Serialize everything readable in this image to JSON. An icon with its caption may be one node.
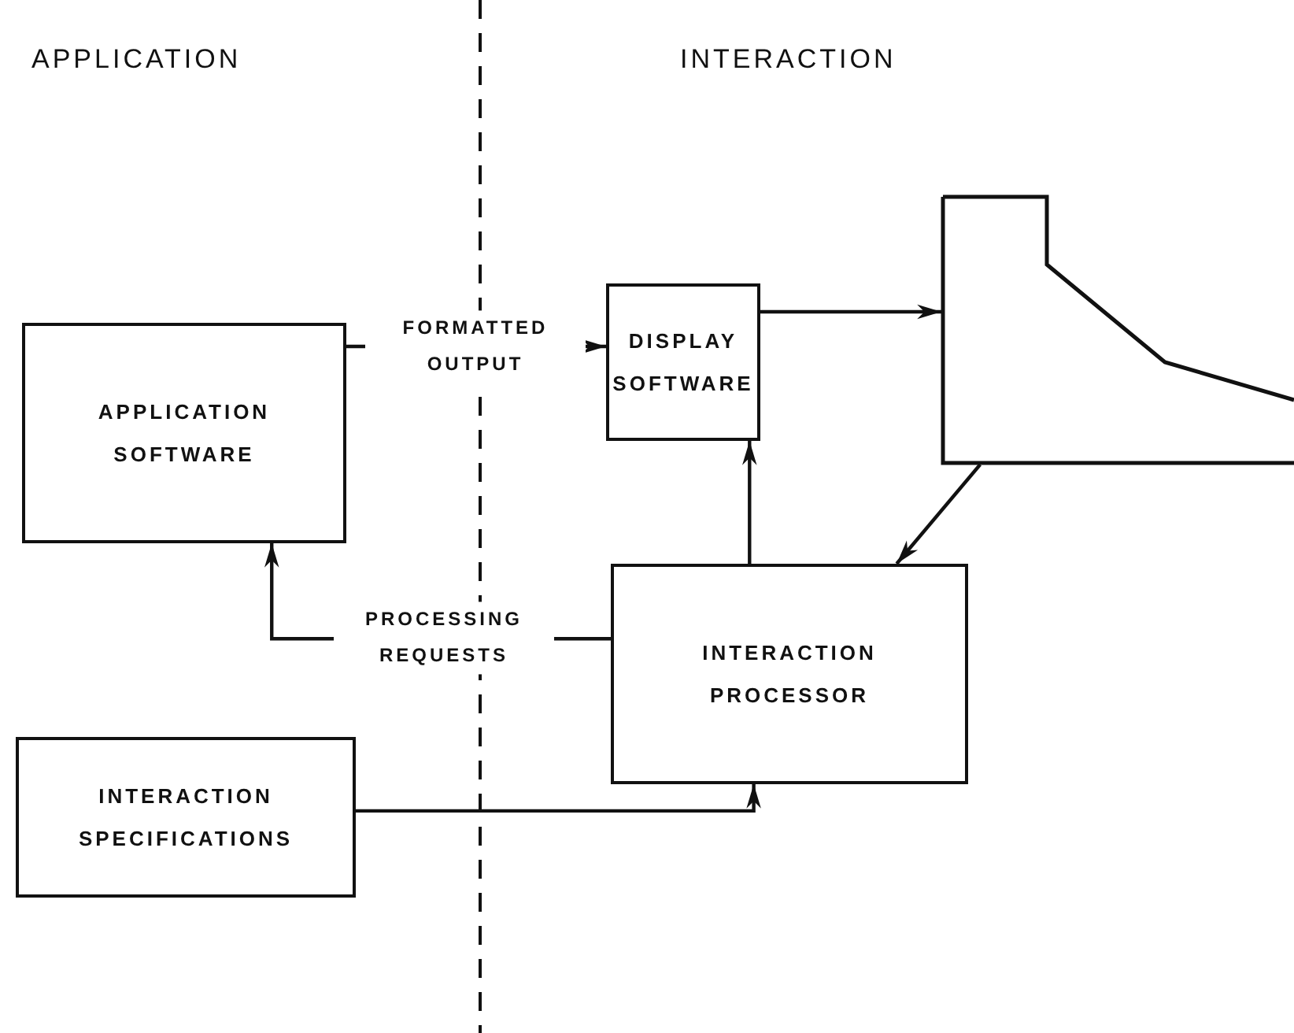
{
  "diagram": {
    "nodes": [
      {
        "text": [
          "APPLICATION SOFTWARE"
        ]
      },
      {
        "text": [
          "DISPLAY SOFTWARE"
        ]
      },
      {
        "text": [],
        "shape": "picture"
      },
      {
        "text": [
          "INTERACTION PROCESSOR"
        ]
      },
      {
        "text": [
          "INTERACTION SPECIFICATIONS"
        ]
      }
    ],
    "edges": [
      {
        "from": 0,
        "to": 1,
        "arrow": "to",
        "label": "FORMATTED OUTPUT"
      },
      {
        "from": 1,
        "to": 2,
        "arrow": "to"
      },
      {
        "from": 3,
        "to": 1,
        "arrow": "to"
      },
      {
        "from": 2,
        "to": 3,
        "arrow": "to"
      },
      {
        "from": 3,
        "to": 0,
        "arrow": "to",
        "label": "PROCESSING REQUESTS"
      },
      {
        "from": 4,
        "to": 3,
        "arrow": "to"
      }
    ],
    "labels": [
      "APPLICATION",
      "INTERACTION"
    ]
  }
}
